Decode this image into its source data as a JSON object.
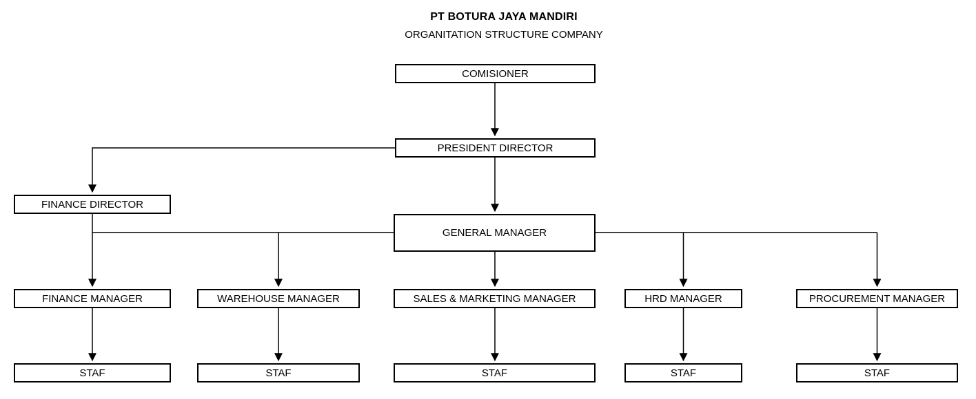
{
  "header": {
    "title": "PT BOTURA JAYA MANDIRI",
    "subtitle": "ORGANITATION STRUCTURE COMPANY"
  },
  "org": {
    "comisioner": "COMISIONER",
    "president_director": "PRESIDENT DIRECTOR",
    "finance_director": "FINANCE DIRECTOR",
    "general_manager": "GENERAL MANAGER",
    "managers": {
      "finance": "FINANCE MANAGER",
      "warehouse": "WAREHOUSE MANAGER",
      "sales_marketing": "SALES & MARKETING MANAGER",
      "hrd": "HRD MANAGER",
      "procurement": "PROCUREMENT MANAGER"
    },
    "staff": {
      "finance": "STAF",
      "warehouse": "STAF",
      "sales_marketing": "STAF",
      "hrd": "STAF",
      "procurement": "STAF"
    }
  },
  "hierarchy": [
    {
      "from": "COMISIONER",
      "to": "PRESIDENT DIRECTOR"
    },
    {
      "from": "PRESIDENT DIRECTOR",
      "to": "FINANCE DIRECTOR"
    },
    {
      "from": "PRESIDENT DIRECTOR",
      "to": "GENERAL MANAGER"
    },
    {
      "from": "GENERAL MANAGER",
      "to": "FINANCE MANAGER"
    },
    {
      "from": "GENERAL MANAGER",
      "to": "WAREHOUSE MANAGER"
    },
    {
      "from": "GENERAL MANAGER",
      "to": "SALES & MARKETING MANAGER"
    },
    {
      "from": "GENERAL MANAGER",
      "to": "HRD MANAGER"
    },
    {
      "from": "GENERAL MANAGER",
      "to": "PROCUREMENT MANAGER"
    },
    {
      "from": "FINANCE MANAGER",
      "to": "STAF"
    },
    {
      "from": "WAREHOUSE MANAGER",
      "to": "STAF"
    },
    {
      "from": "SALES & MARKETING MANAGER",
      "to": "STAF"
    },
    {
      "from": "HRD MANAGER",
      "to": "STAF"
    },
    {
      "from": "PROCUREMENT MANAGER",
      "to": "STAF"
    }
  ],
  "colors": {
    "box_border": "#000000",
    "box_background": "#ffffff",
    "text": "#000000",
    "connector": "#000000"
  }
}
